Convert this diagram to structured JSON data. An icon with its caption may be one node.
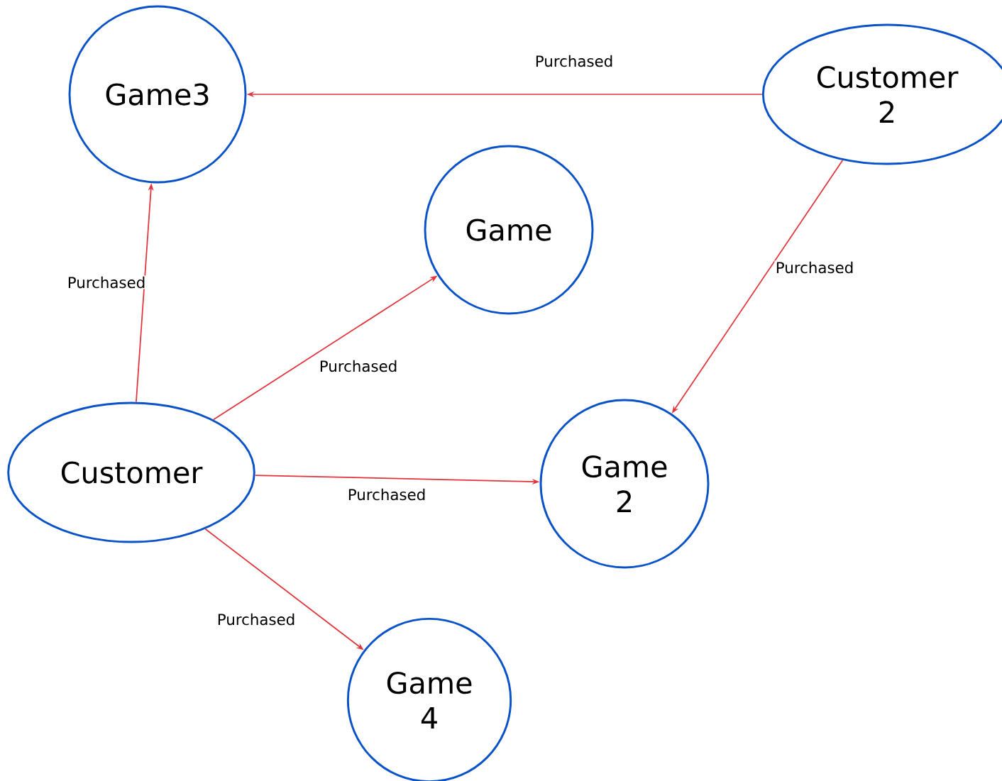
{
  "diagram": {
    "nodes": [
      {
        "text": [
          "Game3"
        ]
      },
      {
        "text": [
          "Customer 2"
        ]
      },
      {
        "text": [
          "Game"
        ]
      },
      {
        "text": [
          "Customer"
        ]
      },
      {
        "text": [
          "Game 2"
        ]
      },
      {
        "text": [
          "Game 4"
        ]
      }
    ],
    "edges": [
      {
        "from": 1,
        "to": 0,
        "arrow": "to",
        "label": "Purchased"
      },
      {
        "from": 1,
        "to": 4,
        "arrow": "to",
        "label": "Purchased"
      },
      {
        "from": 3,
        "to": 0,
        "arrow": "to",
        "label": "Purchased"
      },
      {
        "from": 3,
        "to": 2,
        "arrow": "to",
        "label": "Purchased"
      },
      {
        "from": 3,
        "to": 4,
        "arrow": "to",
        "label": "Purchased"
      },
      {
        "from": 3,
        "to": 5,
        "arrow": "to",
        "label": "Purchased"
      }
    ]
  }
}
